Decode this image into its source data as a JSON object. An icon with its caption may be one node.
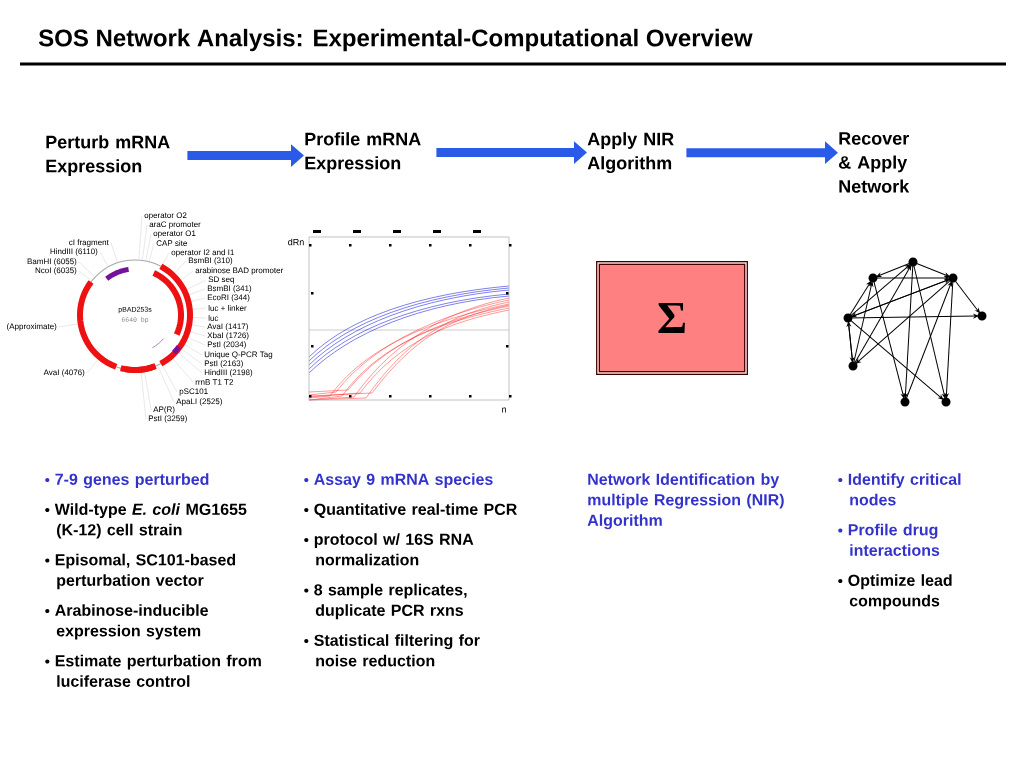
{
  "diagram": {
    "title": "SOS Network Analysis: Experimental-Computational Overview",
    "nodes": [
      {
        "text": [
          "Perturb mRNA Expression"
        ]
      },
      {
        "text": [
          "Profile mRNA Expression"
        ]
      },
      {
        "text": [
          "Apply NIR Algorithm"
        ]
      },
      {
        "text": [
          "Recover & Apply Network"
        ]
      },
      {
        "text": [
          "Σ"
        ]
      }
    ],
    "edges": [
      {
        "from": 0,
        "to": 1,
        "arrow": "to"
      },
      {
        "from": 1,
        "to": 2,
        "arrow": "to"
      },
      {
        "from": 2,
        "to": 3,
        "arrow": "to"
      }
    ],
    "labels": [
      "pBAD253s",
      "6640 bp",
      "operator O2",
      "araC promoter",
      "operator O1",
      "CAP site",
      "operator I2 and I1",
      "BsmBI (310)",
      "arabinose BAD promoter",
      "SD seq",
      "BsmBI (341)",
      "EcoRI (344)",
      "luc + linker",
      "luc",
      "AvaI (1417)",
      "XbaI (1726)",
      "PstI (2034)",
      "Unique Q-PCR Tag",
      "PstI (2163)",
      "HindIII (2198)",
      "rrnB T1 T2",
      "pSC101",
      "ApaLI (2525)",
      "AP(R)",
      "PstI (3259)",
      "AvaI (4076)",
      "(Approximate)",
      "NcoI (6035)",
      "BamHI (6055)",
      "HindIII (6110)",
      "cI fragment",
      "dRn",
      "n",
      "7-9 genes perturbed",
      "Wild-type *E. coli* MG1655 (K-12) cell strain",
      "Episomal, SC101-based perturbation vector",
      "Arabinose-inducible expression system",
      "Estimate perturbation from luciferase control",
      "Assay 9 mRNA species",
      "Quantitative real-time PCR",
      "protocol w/ 16S RNA normalization",
      "8 sample replicates, duplicate PCR rxns",
      "Statistical filtering for noise reduction",
      "Network Identification by multiple Regression (NIR) Algorithm",
      "Identify critical nodes",
      "Profile drug interactions",
      "Optimize lead compounds"
    ]
  }
}
